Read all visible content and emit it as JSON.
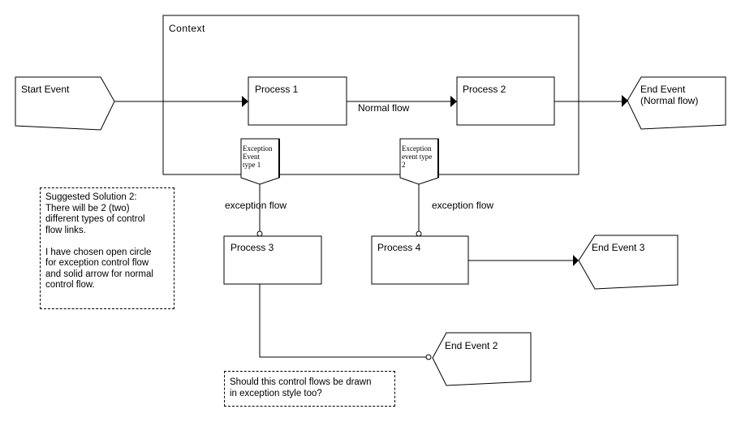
{
  "context_label": "Context",
  "start_event": "Start Event",
  "process_1": "Process 1",
  "process_2": "Process 2",
  "process_3": "Process 3",
  "process_4": "Process 4",
  "normal_flow": "Normal flow",
  "end_event": "End Event\n(Normal flow)",
  "end_event_2": "End Event 2",
  "end_event_3": "End Event 3",
  "exception_event_1": "Exception\nEvent\ntype 1",
  "exception_event_2": "Exception\nevent type\n2",
  "exception_flow_1": "exception flow",
  "exception_flow_2": "exception flow",
  "note_solution": "Suggested Solution 2:\nThere will be 2 (two)\ndifferent types of control\nflow links.\n\nI have chosen open circle\nfor exception control flow\nand solid arrow for normal\ncontrol flow.",
  "note_question": "Should this control flows be drawn\nin exception style too?"
}
